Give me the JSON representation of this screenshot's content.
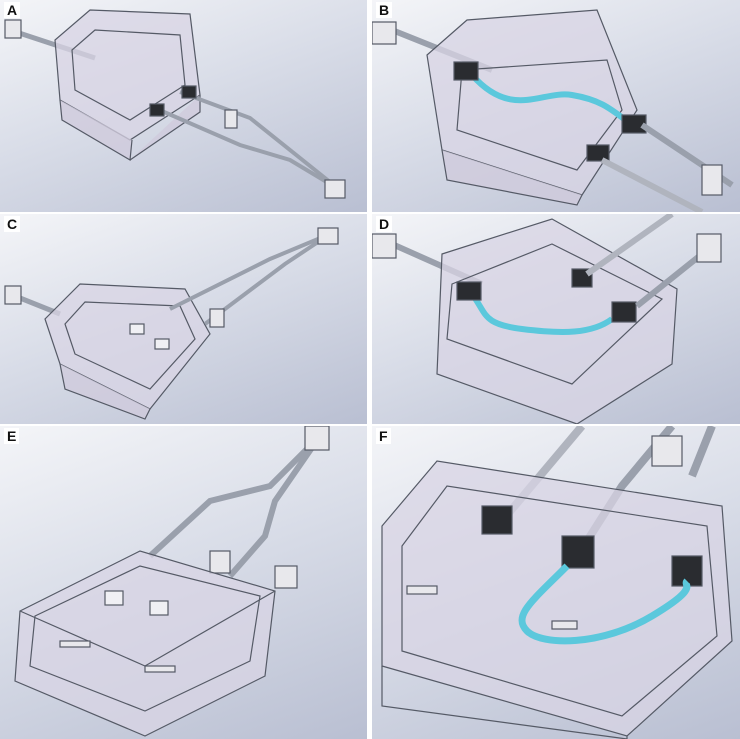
{
  "panels": [
    {
      "label": "A"
    },
    {
      "label": "B"
    },
    {
      "label": "C"
    },
    {
      "label": "D"
    },
    {
      "label": "E"
    },
    {
      "label": "F"
    }
  ],
  "colors": {
    "background_light": "#f4f5f8",
    "background_dark": "#b9bfd2",
    "container_fill": "#d8d4e4",
    "outline": "#555a66",
    "tubing_highlight": "#5bc8dc",
    "connector_dark": "#2a2c30"
  }
}
